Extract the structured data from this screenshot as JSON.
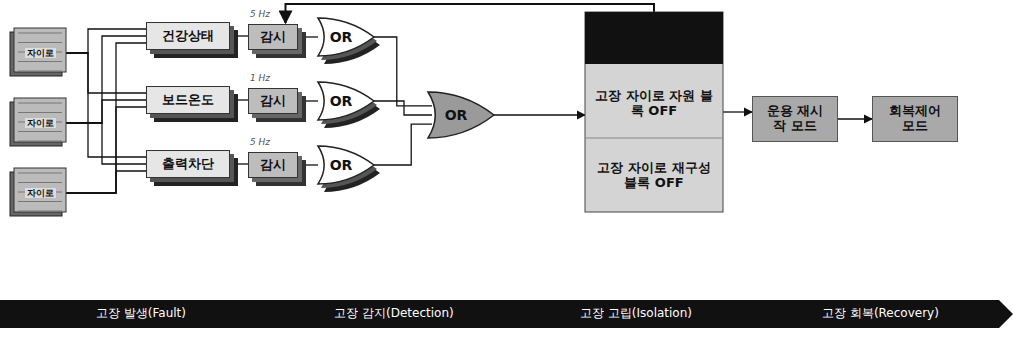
{
  "diagram": {
    "nodes": [
      {
        "text": [
          "자이로"
        ]
      },
      {
        "text": [
          "자이로"
        ]
      },
      {
        "text": [
          "자이로"
        ]
      },
      {
        "text": [
          "건강상태"
        ]
      },
      {
        "text": [
          "감시"
        ]
      },
      {
        "text": [
          "OR"
        ]
      },
      {
        "text": [
          "보드온도"
        ]
      },
      {
        "text": [
          "감시"
        ]
      },
      {
        "text": [
          "OR"
        ]
      },
      {
        "text": [
          "출력차단"
        ]
      },
      {
        "text": [
          "감시"
        ]
      },
      {
        "text": [
          "OR"
        ]
      },
      {
        "text": [
          "OR"
        ]
      },
      {
        "text": [
          "고장 자이로 자원 블록 OFF",
          "고장 자이로 재구성 블록 OFF"
        ]
      },
      {
        "text": [
          "운용 재시작 모드"
        ]
      },
      {
        "text": [
          "회복제어 모드"
        ]
      },
      {
        "text": [
          "고장 발생(Fault)"
        ]
      },
      {
        "text": [
          "고장 감지(Detection)"
        ]
      },
      {
        "text": [
          "고장 고립(Isolation)"
        ]
      },
      {
        "text": [
          "고장 회복(Recovery)"
        ]
      }
    ],
    "edges": [
      {
        "from": 0,
        "to": 3,
        "arrow": "none"
      },
      {
        "from": 0,
        "to": 6,
        "arrow": "none"
      },
      {
        "from": 0,
        "to": 9,
        "arrow": "none"
      },
      {
        "from": 1,
        "to": 3,
        "arrow": "none"
      },
      {
        "from": 1,
        "to": 6,
        "arrow": "none"
      },
      {
        "from": 1,
        "to": 9,
        "arrow": "none"
      },
      {
        "from": 2,
        "to": 3,
        "arrow": "none"
      },
      {
        "from": 2,
        "to": 6,
        "arrow": "none"
      },
      {
        "from": 2,
        "to": 9,
        "arrow": "none"
      },
      {
        "from": 3,
        "to": 4,
        "arrow": "none"
      },
      {
        "from": 6,
        "to": 7,
        "arrow": "none"
      },
      {
        "from": 9,
        "to": 10,
        "arrow": "none"
      },
      {
        "from": 4,
        "to": 5,
        "arrow": "none"
      },
      {
        "from": 7,
        "to": 8,
        "arrow": "none"
      },
      {
        "from": 10,
        "to": 11,
        "arrow": "none"
      },
      {
        "from": 5,
        "to": 12,
        "arrow": "none"
      },
      {
        "from": 8,
        "to": 12,
        "arrow": "none"
      },
      {
        "from": 11,
        "to": 12,
        "arrow": "none"
      },
      {
        "from": 12,
        "to": 13,
        "arrow": "to"
      },
      {
        "from": 13,
        "to": 14,
        "arrow": "to"
      },
      {
        "from": 14,
        "to": 15,
        "arrow": "to"
      },
      {
        "from": 13,
        "to": 4,
        "arrow": "to"
      }
    ],
    "labels": [
      "5 Hz",
      "1 Hz",
      "5 Hz"
    ]
  }
}
